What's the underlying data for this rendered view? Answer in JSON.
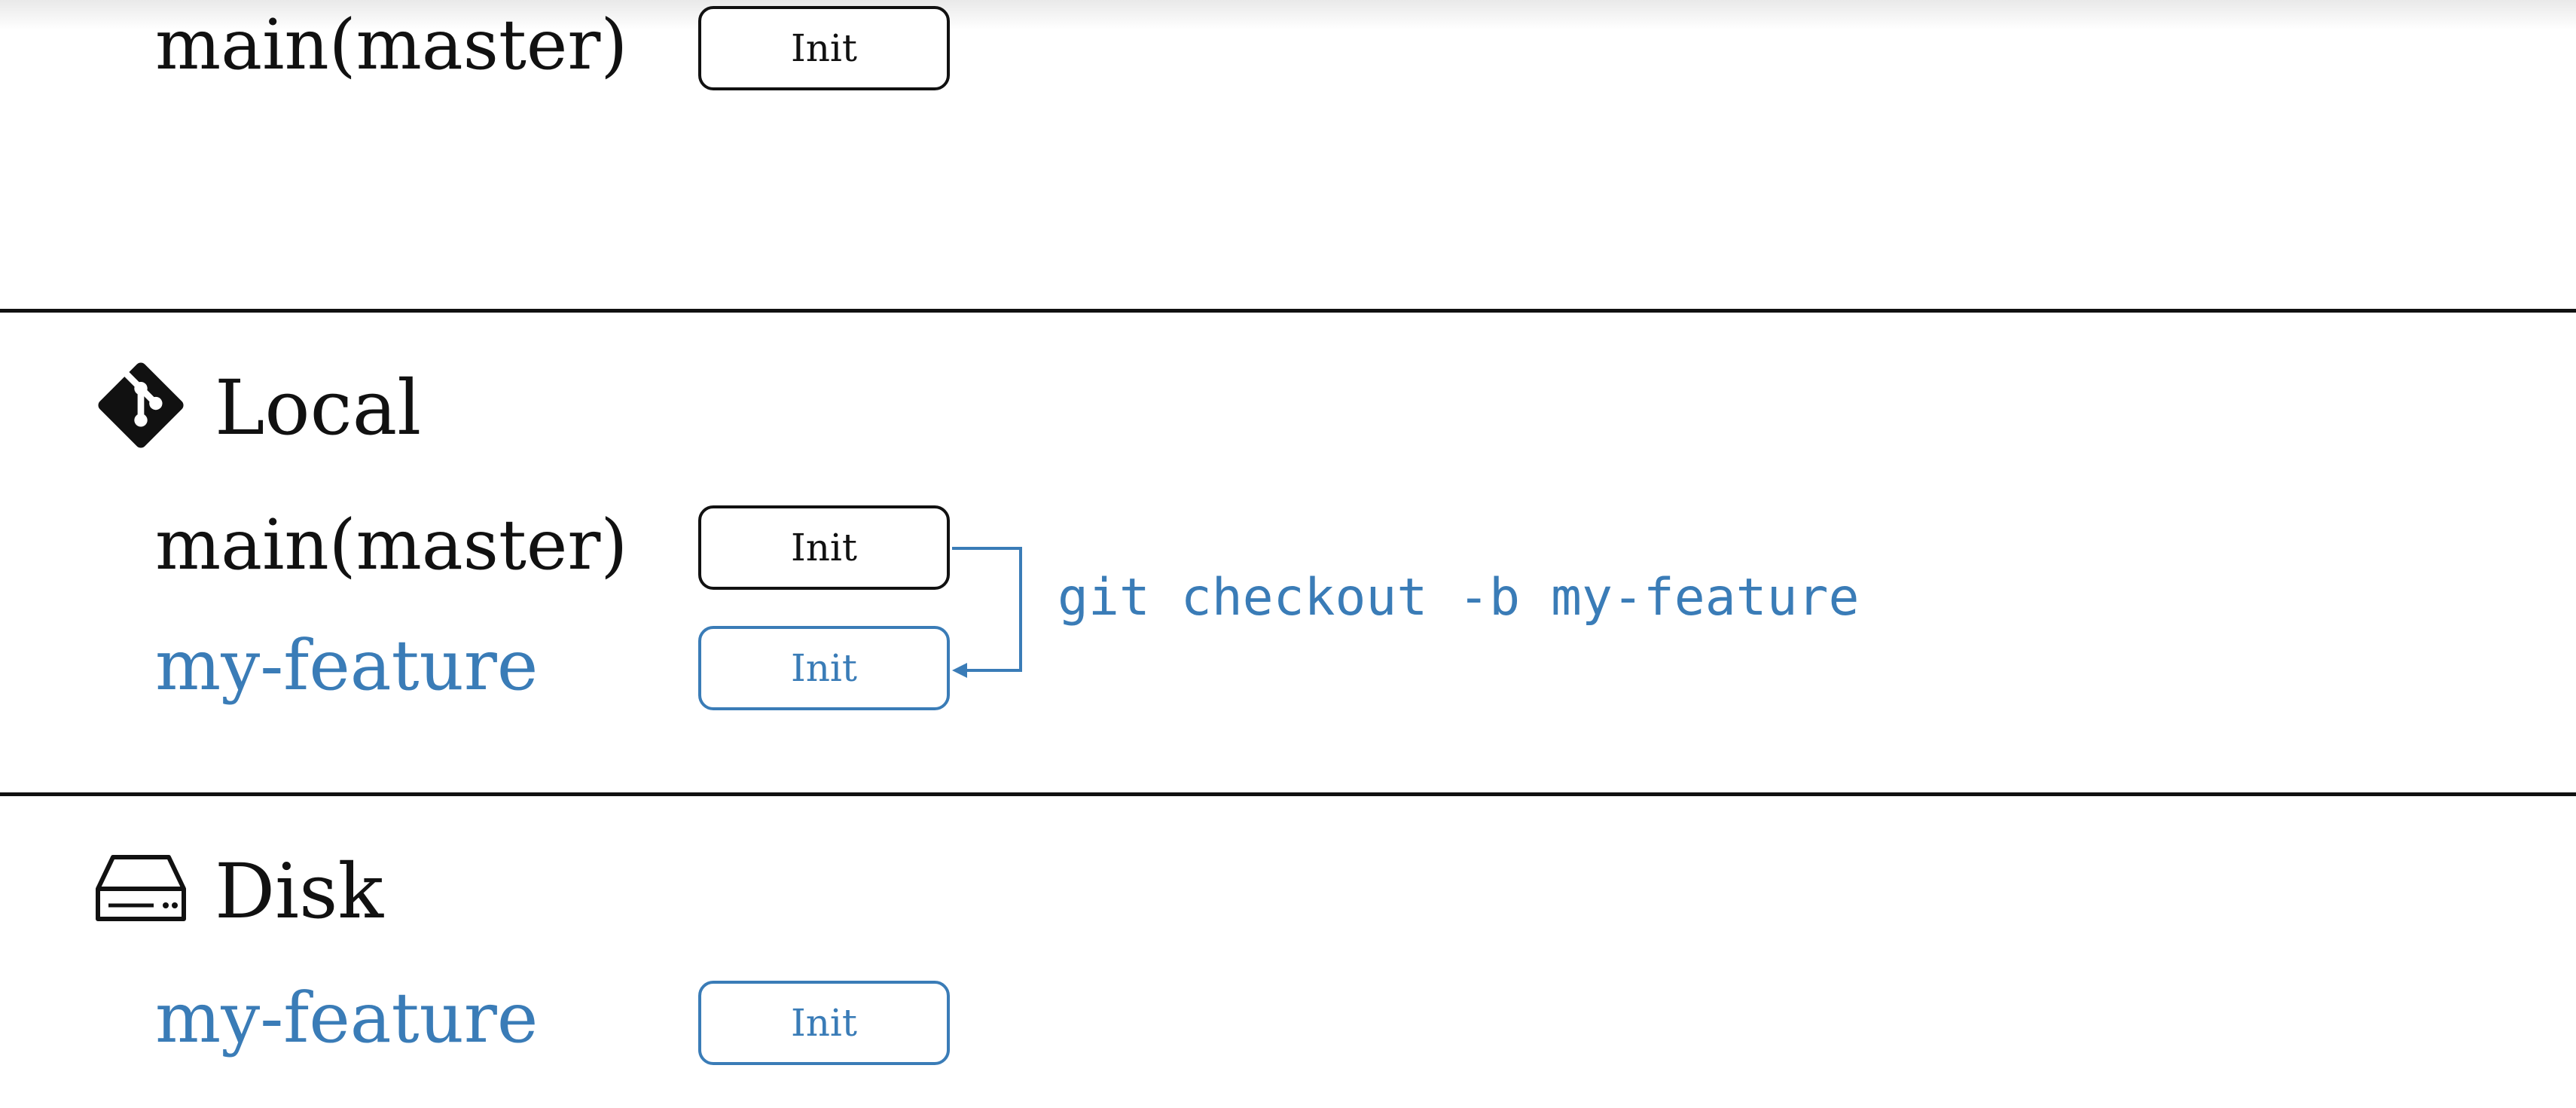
{
  "remote": {
    "branch_label": "main(master)",
    "commit_label": "Init"
  },
  "local": {
    "title": "Local",
    "icon": "git-icon",
    "main_branch_label": "main(master)",
    "main_commit_label": "Init",
    "feature_branch_label": "my-feature",
    "feature_commit_label": "Init",
    "command": "git checkout -b my-feature"
  },
  "disk": {
    "title": "Disk",
    "icon": "hard-drive-icon",
    "branch_label": "my-feature",
    "commit_label": "Init"
  },
  "colors": {
    "primary": "#111111",
    "feature": "#3a7cb7"
  }
}
